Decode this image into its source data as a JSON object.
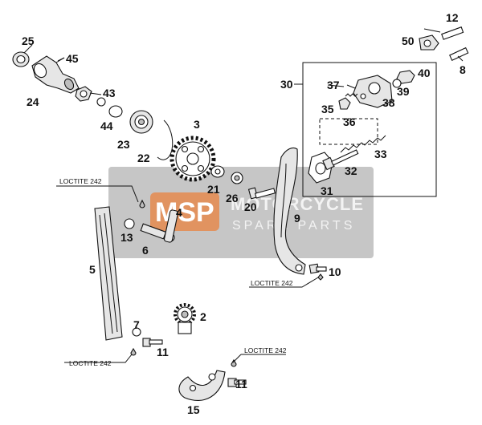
{
  "callouts": {
    "c2": "2",
    "c3": "3",
    "c4": "4",
    "c5": "5",
    "c6": "6",
    "c7": "7",
    "c8": "8",
    "c9": "9",
    "c10": "10",
    "c11a": "11",
    "c11b": "11",
    "c12": "12",
    "c13": "13",
    "c15": "15",
    "c20": "20",
    "c21": "21",
    "c22": "22",
    "c23": "23",
    "c24": "24",
    "c25": "25",
    "c26": "26",
    "c30": "30",
    "c31": "31",
    "c32": "32",
    "c33": "33",
    "c35": "35",
    "c36": "36",
    "c37": "37",
    "c38": "38",
    "c39": "39",
    "c40": "40",
    "c43": "43",
    "c44": "44",
    "c45": "45",
    "c50": "50"
  },
  "notes": {
    "loctite_1": "LOCTITE 242",
    "loctite_2": "LOCTITE 242",
    "loctite_3": "LOCTITE 242",
    "loctite_4": "LOCTITE 242"
  },
  "watermark": {
    "logo": "MSP",
    "title": "MOTORCYCLE",
    "subtitle": "SPARE PARTS"
  },
  "colors": {
    "watermark_gray": "#8a8a8a",
    "logo_orange": "#e8742a"
  }
}
